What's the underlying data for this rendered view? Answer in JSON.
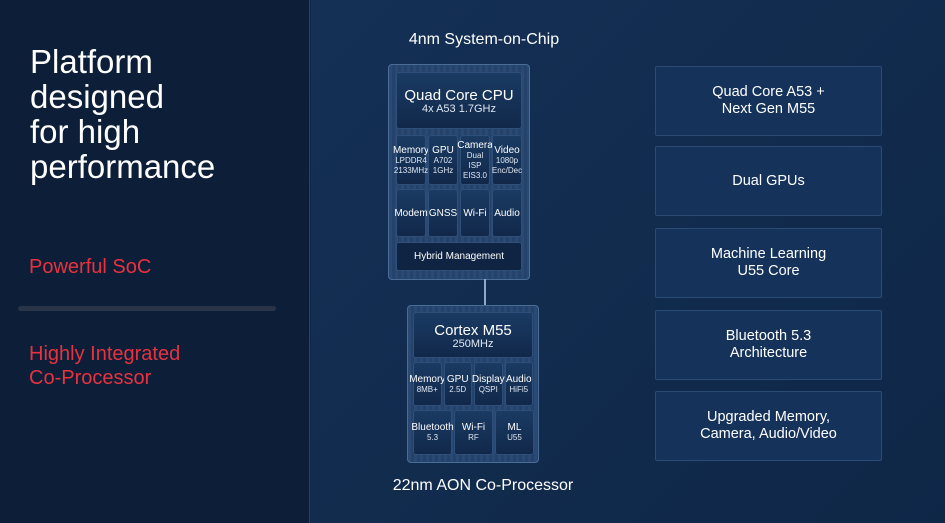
{
  "left": {
    "title": [
      "Platform",
      "designed",
      "for high",
      "performance"
    ],
    "section1": "Powerful SoC",
    "section2": [
      "Highly Integrated",
      "Co-Processor"
    ]
  },
  "soc": {
    "caption": "4nm System-on-Chip",
    "cpu": {
      "title": "Quad Core CPU",
      "sub": "4x A53 1.7GHz"
    },
    "row1": [
      {
        "t": "Memory",
        "s1": "LPDDR4",
        "s2": "2133MHz"
      },
      {
        "t": "GPU",
        "s1": "A702",
        "s2": "1GHz"
      },
      {
        "t": "Camera",
        "s1": "Dual ISP",
        "s2": "EIS3.0"
      },
      {
        "t": "Video",
        "s1": "1080p",
        "s2": "Enc/Dec"
      }
    ],
    "row2": [
      "Modem",
      "GNSS",
      "Wi-Fi",
      "Audio"
    ],
    "hybrid": "Hybrid Management"
  },
  "aon": {
    "caption": "22nm AON Co-Processor",
    "core": {
      "title": "Cortex M55",
      "sub": "250MHz"
    },
    "row1": [
      {
        "t": "Memory",
        "s": "8MB+"
      },
      {
        "t": "GPU",
        "s": "2.5D"
      },
      {
        "t": "Display",
        "s": "QSPI"
      },
      {
        "t": "Audio",
        "s": "HiFi5"
      }
    ],
    "row2": [
      {
        "t": "Bluetooth",
        "s": "5.3"
      },
      {
        "t": "Wi-Fi",
        "s": "RF"
      },
      {
        "t": "ML",
        "s": "U55"
      }
    ]
  },
  "features": [
    [
      "Quad Core A53 +",
      "Next Gen M55"
    ],
    [
      "Dual GPUs"
    ],
    [
      "Machine Learning",
      "U55 Core"
    ],
    [
      "Bluetooth 5.3",
      "Architecture"
    ],
    [
      "Upgraded Memory,",
      "Camera, Audio/Video"
    ]
  ],
  "colors": {
    "accent": "#e8323f",
    "background": "#10284a"
  }
}
